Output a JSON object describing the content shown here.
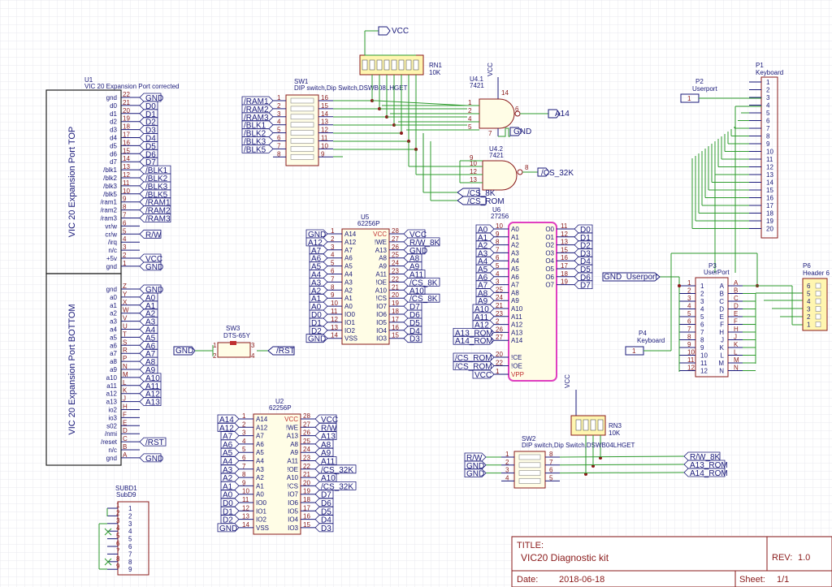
{
  "sheet": {
    "grid_color": "#e9e9ef",
    "wire_color": "#2e9b2e",
    "body_color": "#8a1a1a",
    "label_color": "#1a1a7a",
    "highlight_color": "#e040c0",
    "title_block": {
      "title_label": "TITLE:",
      "title": "VIC20 Diagnostic kit",
      "rev_label": "REV:",
      "rev": "1.0",
      "date_label": "Date:",
      "date": "2018-06-18",
      "sheet_label": "Sheet:",
      "sheet": "1/1"
    }
  },
  "u1": {
    "ref": "U1",
    "name": "VIC 20 Expansion Port corrected",
    "top_label": "VIC 20 Expansion Port TOP",
    "bottom_label": "VIC 20 Expansion Port BOTTOM",
    "top_pins": [
      {
        "pin": "gnd",
        "num": "22",
        "net": "GND"
      },
      {
        "pin": "d0",
        "num": "21",
        "net": "D0"
      },
      {
        "pin": "d1",
        "num": "20",
        "net": "D1"
      },
      {
        "pin": "d2",
        "num": "19",
        "net": "D2"
      },
      {
        "pin": "d3",
        "num": "18",
        "net": "D3"
      },
      {
        "pin": "d4",
        "num": "17",
        "net": "D4"
      },
      {
        "pin": "d5",
        "num": "16",
        "net": "D5"
      },
      {
        "pin": "d6",
        "num": "15",
        "net": "D6"
      },
      {
        "pin": "d7",
        "num": "14",
        "net": "D7"
      },
      {
        "pin": "/blk1",
        "num": "13",
        "net": "/BLK1"
      },
      {
        "pin": "/blk2",
        "num": "12",
        "net": "/BLK2"
      },
      {
        "pin": "/blk3",
        "num": "11",
        "net": "/BLK3"
      },
      {
        "pin": "/blk5",
        "num": "10",
        "net": "/BLK5"
      },
      {
        "pin": "/ram1",
        "num": "9",
        "net": "/RAM1"
      },
      {
        "pin": "/ram2",
        "num": "8",
        "net": "/RAM2"
      },
      {
        "pin": "/ram3",
        "num": "7",
        "net": "/RAM3"
      },
      {
        "pin": "vr/w",
        "num": "6",
        "net": ""
      },
      {
        "pin": "cr/w",
        "num": "5",
        "net": "R/W"
      },
      {
        "pin": "/irq",
        "num": "4",
        "net": ""
      },
      {
        "pin": "n/c",
        "num": "3",
        "net": ""
      },
      {
        "pin": "+5v",
        "num": "2",
        "net": "VCC"
      },
      {
        "pin": "gnd",
        "num": "1",
        "net": "GND"
      }
    ],
    "bottom_pins": [
      {
        "pin": "gnd",
        "num": "Z",
        "net": "GND"
      },
      {
        "pin": "a0",
        "num": "Y",
        "net": "A0"
      },
      {
        "pin": "a1",
        "num": "X",
        "net": "A1"
      },
      {
        "pin": "a2",
        "num": "W",
        "net": "A2"
      },
      {
        "pin": "a3",
        "num": "V",
        "net": "A3"
      },
      {
        "pin": "a4",
        "num": "U",
        "net": "A4"
      },
      {
        "pin": "a5",
        "num": "T",
        "net": "A5"
      },
      {
        "pin": "a6",
        "num": "S",
        "net": "A6"
      },
      {
        "pin": "a7",
        "num": "R",
        "net": "A7"
      },
      {
        "pin": "a8",
        "num": "P",
        "net": "A8"
      },
      {
        "pin": "a9",
        "num": "N",
        "net": "A9"
      },
      {
        "pin": "a10",
        "num": "M",
        "net": "A10"
      },
      {
        "pin": "a11",
        "num": "L",
        "net": "A11"
      },
      {
        "pin": "a12",
        "num": "K",
        "net": "A12"
      },
      {
        "pin": "a13",
        "num": "J",
        "net": "A13"
      },
      {
        "pin": "io2",
        "num": "H",
        "net": ""
      },
      {
        "pin": "io3",
        "num": "F",
        "net": ""
      },
      {
        "pin": "s02",
        "num": "E",
        "net": ""
      },
      {
        "pin": "/nmi",
        "num": "D",
        "net": ""
      },
      {
        "pin": "/reset",
        "num": "C",
        "net": "/RST"
      },
      {
        "pin": "n/c",
        "num": "B",
        "net": ""
      },
      {
        "pin": "gnd",
        "num": "A",
        "net": "GND"
      }
    ]
  },
  "u5": {
    "ref": "U5",
    "name": "62256P",
    "left": [
      {
        "net": "GND",
        "num": "1",
        "pin": "A14"
      },
      {
        "net": "A12",
        "num": "2",
        "pin": "A12"
      },
      {
        "net": "A7",
        "num": "3",
        "pin": "A7"
      },
      {
        "net": "A6",
        "num": "4",
        "pin": "A6"
      },
      {
        "net": "A5",
        "num": "5",
        "pin": "A5"
      },
      {
        "net": "A4",
        "num": "6",
        "pin": "A4"
      },
      {
        "net": "A3",
        "num": "7",
        "pin": "A3"
      },
      {
        "net": "A2",
        "num": "8",
        "pin": "A2"
      },
      {
        "net": "A1",
        "num": "9",
        "pin": "A1"
      },
      {
        "net": "A0",
        "num": "10",
        "pin": "A0"
      },
      {
        "net": "D0",
        "num": "11",
        "pin": "IO0"
      },
      {
        "net": "D1",
        "num": "12",
        "pin": "IO1"
      },
      {
        "net": "D2",
        "num": "13",
        "pin": "IO2"
      },
      {
        "net": "GND",
        "num": "14",
        "pin": "VSS"
      }
    ],
    "right": [
      {
        "pin": "VCC",
        "num": "28",
        "net": "VCC"
      },
      {
        "pin": "!WE",
        "num": "27",
        "net": "R/W_8K"
      },
      {
        "pin": "A13",
        "num": "26",
        "net": "GND"
      },
      {
        "pin": "A8",
        "num": "25",
        "net": "A8"
      },
      {
        "pin": "A9",
        "num": "24",
        "net": "A9"
      },
      {
        "pin": "A11",
        "num": "23",
        "net": "A11"
      },
      {
        "pin": "!OE",
        "num": "22",
        "net": "/CS_8K"
      },
      {
        "pin": "A10",
        "num": "21",
        "net": "A10"
      },
      {
        "pin": "!CS",
        "num": "20",
        "net": "/CS_8K"
      },
      {
        "pin": "IO7",
        "num": "19",
        "net": "D7"
      },
      {
        "pin": "IO6",
        "num": "18",
        "net": "D6"
      },
      {
        "pin": "IO5",
        "num": "17",
        "net": "D5"
      },
      {
        "pin": "IO4",
        "num": "16",
        "net": "D4"
      },
      {
        "pin": "IO3",
        "num": "15",
        "net": "D3"
      }
    ]
  },
  "u2": {
    "ref": "U2",
    "name": "62256P",
    "left": [
      {
        "net": "A14",
        "num": "1",
        "pin": "A14"
      },
      {
        "net": "A12",
        "num": "2",
        "pin": "A12"
      },
      {
        "net": "A7",
        "num": "3",
        "pin": "A7"
      },
      {
        "net": "A6",
        "num": "4",
        "pin": "A6"
      },
      {
        "net": "A5",
        "num": "5",
        "pin": "A5"
      },
      {
        "net": "A4",
        "num": "6",
        "pin": "A4"
      },
      {
        "net": "A3",
        "num": "7",
        "pin": "A3"
      },
      {
        "net": "A2",
        "num": "8",
        "pin": "A2"
      },
      {
        "net": "A1",
        "num": "9",
        "pin": "A1"
      },
      {
        "net": "A0",
        "num": "10",
        "pin": "A0"
      },
      {
        "net": "D0",
        "num": "11",
        "pin": "IO0"
      },
      {
        "net": "D1",
        "num": "12",
        "pin": "IO1"
      },
      {
        "net": "D2",
        "num": "13",
        "pin": "IO2"
      },
      {
        "net": "GND",
        "num": "14",
        "pin": "VSS"
      }
    ],
    "right": [
      {
        "pin": "VCC",
        "num": "28",
        "net": "VCC"
      },
      {
        "pin": "!WE",
        "num": "27",
        "net": "R/W"
      },
      {
        "pin": "A13",
        "num": "26",
        "net": "A13"
      },
      {
        "pin": "A8",
        "num": "25",
        "net": "A8"
      },
      {
        "pin": "A9",
        "num": "24",
        "net": "A9"
      },
      {
        "pin": "A11",
        "num": "23",
        "net": "A11"
      },
      {
        "pin": "!OE",
        "num": "22",
        "net": "/CS_32K"
      },
      {
        "pin": "A10",
        "num": "21",
        "net": "A10"
      },
      {
        "pin": "!CS",
        "num": "20",
        "net": "/CS_32K"
      },
      {
        "pin": "IO7",
        "num": "19",
        "net": "D7"
      },
      {
        "pin": "IO6",
        "num": "18",
        "net": "D6"
      },
      {
        "pin": "IO5",
        "num": "17",
        "net": "D5"
      },
      {
        "pin": "IO4",
        "num": "16",
        "net": "D4"
      },
      {
        "pin": "IO3",
        "num": "15",
        "net": "D3"
      }
    ]
  },
  "u6": {
    "ref": "U6",
    "name": "27256",
    "left": [
      {
        "net": "A0",
        "num": "10",
        "pin": "A0"
      },
      {
        "net": "A1",
        "num": "9",
        "pin": "A1"
      },
      {
        "net": "A2",
        "num": "8",
        "pin": "A2"
      },
      {
        "net": "A3",
        "num": "7",
        "pin": "A3"
      },
      {
        "net": "A4",
        "num": "6",
        "pin": "A4"
      },
      {
        "net": "A5",
        "num": "5",
        "pin": "A5"
      },
      {
        "net": "A6",
        "num": "4",
        "pin": "A6"
      },
      {
        "net": "A7",
        "num": "3",
        "pin": "A7"
      },
      {
        "net": "A8",
        "num": "25",
        "pin": "A8"
      },
      {
        "net": "A9",
        "num": "24",
        "pin": "A9"
      },
      {
        "net": "A10",
        "num": "21",
        "pin": "A10"
      },
      {
        "net": "A11",
        "num": "23",
        "pin": "A11"
      },
      {
        "net": "A12",
        "num": "2",
        "pin": "A12"
      },
      {
        "net": "A13_ROM",
        "num": "26",
        "pin": "A13"
      },
      {
        "net": "A14_ROM",
        "num": "27",
        "pin": "A14"
      }
    ],
    "bottom_left": [
      {
        "net": "/CS_ROM",
        "num": "20",
        "pin": "!CE"
      },
      {
        "net": "/CS_ROM",
        "num": "22",
        "pin": "!OE"
      },
      {
        "net": "VCC",
        "num": "1",
        "pin": "VPP"
      }
    ],
    "right": [
      {
        "pin": "O0",
        "num": "11",
        "net": "D0"
      },
      {
        "pin": "O1",
        "num": "12",
        "net": "D1"
      },
      {
        "pin": "O2",
        "num": "13",
        "net": "D2"
      },
      {
        "pin": "O3",
        "num": "15",
        "net": "D3"
      },
      {
        "pin": "O4",
        "num": "16",
        "net": "D4"
      },
      {
        "pin": "O5",
        "num": "17",
        "net": "D5"
      },
      {
        "pin": "O6",
        "num": "18",
        "net": "D6"
      },
      {
        "pin": "O7",
        "num": "19",
        "net": "D7"
      }
    ]
  },
  "sw1": {
    "ref": "SW1",
    "name": "DIP switch,Dip Switch,DSWB08LHGET",
    "nets": [
      "/RAM1",
      "/RAM2",
      "/RAM3",
      "/BLK1",
      "/BLK2",
      "/BLK3",
      "/BLK5"
    ],
    "left_nums": [
      "1",
      "2",
      "3",
      "4",
      "5",
      "6",
      "7",
      "8"
    ],
    "right_nums": [
      "16",
      "15",
      "14",
      "13",
      "12",
      "11",
      "10",
      "9"
    ]
  },
  "rn1": {
    "ref": "RN1",
    "value": "10K",
    "vcc": "VCC"
  },
  "u41": {
    "ref": "U4.1",
    "name": "7421",
    "vcc": "VCC",
    "gnd": "GND",
    "in_nums": [
      "1",
      "2",
      "4",
      "5"
    ],
    "out_num": "6",
    "vcc_num": "14",
    "gnd_num": "7",
    "out_net": "A14"
  },
  "u42": {
    "ref": "U4.2",
    "name": "7421",
    "in_nums": [
      "9",
      "10",
      "12",
      "13"
    ],
    "out_num": "8",
    "out_net": "/CS_32K"
  },
  "cs_labels": {
    "cs8k": "/CS_8K",
    "csrom": "/CS_ROM"
  },
  "sw3": {
    "ref": "SW3",
    "name": "DTS-65Y",
    "left_net": "GND",
    "right_net": "/RST",
    "nums": [
      "1",
      "2",
      "3",
      "4"
    ]
  },
  "subd1": {
    "ref": "SUBD1",
    "name": "SubD9",
    "nums": [
      "1",
      "2",
      "3",
      "4",
      "5",
      "6",
      "7",
      "8",
      "9"
    ]
  },
  "p1": {
    "ref": "P1",
    "name": "Keyboard",
    "nums": [
      "1",
      "2",
      "3",
      "4",
      "5",
      "6",
      "7",
      "8",
      "9",
      "10",
      "11",
      "12",
      "13",
      "14",
      "15",
      "16",
      "17",
      "18",
      "19",
      "20"
    ]
  },
  "p2": {
    "ref": "P2",
    "name": "Userport",
    "num": "1"
  },
  "p3": {
    "ref": "P3",
    "name": "UserPort",
    "nums": [
      "1",
      "2",
      "3",
      "4",
      "5",
      "6",
      "7",
      "8",
      "9",
      "10",
      "11",
      "12"
    ],
    "letters": [
      "A",
      "B",
      "C",
      "D",
      "E",
      "F",
      "H",
      "J",
      "K",
      "L",
      "M",
      "N"
    ],
    "net": "GND_Userport"
  },
  "p4": {
    "ref": "P4",
    "name": "Keyboard",
    "num": "1"
  },
  "p6": {
    "ref": "P6",
    "name": "Header 6",
    "nums": [
      "6",
      "5",
      "4",
      "3",
      "2",
      "1"
    ]
  },
  "rn3": {
    "ref": "RN3",
    "value": "10K",
    "vcc": "VCC"
  },
  "sw2": {
    "ref": "SW2",
    "name": "DIP switch,Dip Switch,DSWB04LHGET",
    "left_nets": [
      "R/W",
      "GND",
      "GND"
    ],
    "left_nums": [
      "1",
      "2",
      "3",
      "4"
    ],
    "right_nums": [
      "8",
      "7",
      "6",
      "5"
    ],
    "right_nets": [
      "R/W_8K",
      "A13_ROM",
      "A14_ROM"
    ]
  }
}
